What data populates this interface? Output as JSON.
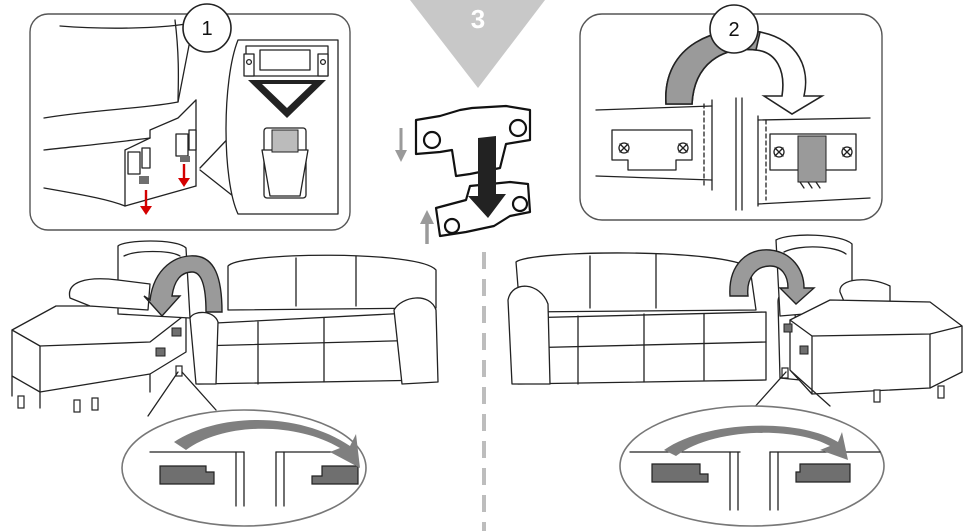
{
  "steps": {
    "step1": "1",
    "step2": "2",
    "step3": "3"
  },
  "colors": {
    "step3_badge": "#c8c8c8",
    "arrow_fill": "#9a9a9a",
    "bracket_dark": "#6f6f6f",
    "insert_arrow": "#d40000",
    "panel_border": "#555555",
    "divider": "#bdbdbd"
  }
}
